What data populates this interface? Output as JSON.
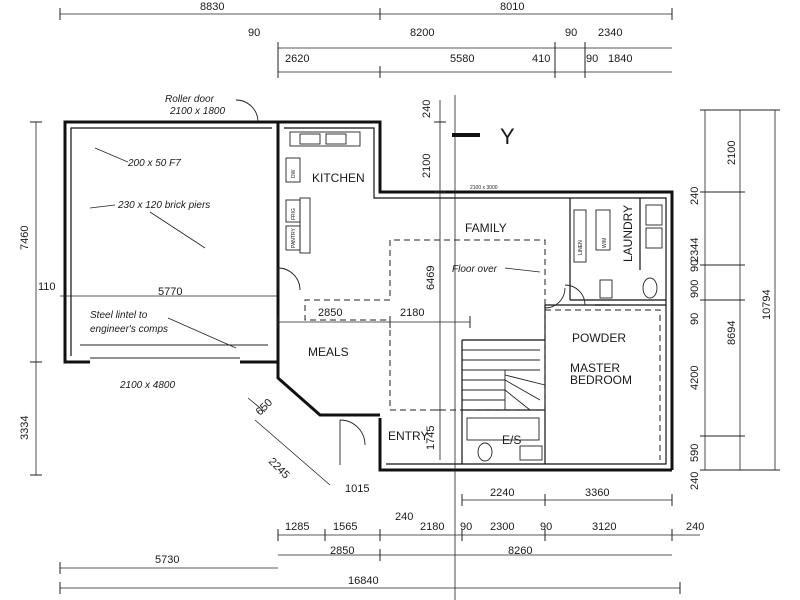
{
  "dimensions": {
    "top": {
      "d8830": "8830",
      "d8010": "8010",
      "d90a": "90",
      "d8200": "8200",
      "d90b": "90",
      "d2340": "2340",
      "d2620": "2620",
      "d5580": "5580",
      "d410": "410",
      "d90c": "90",
      "d1840": "1840"
    },
    "right": {
      "d2100": "2100",
      "d240a": "240",
      "d2344": "2344",
      "d90a": "90",
      "d900": "900",
      "d90b": "90",
      "d4200": "4200",
      "d590": "590",
      "d240b": "240",
      "d8694": "8694",
      "d10794": "10794"
    },
    "left": {
      "d7460": "7460",
      "d110": "110",
      "d3334": "3334"
    },
    "middle": {
      "d240": "240",
      "d2100": "2100",
      "d6469": "6469",
      "d1745": "1745",
      "d650": "650",
      "d2245": "2245",
      "d1015": "1015",
      "d2850": "2850",
      "d2180": "2180",
      "d5770": "5770"
    },
    "bottom": {
      "d2240": "2240",
      "d3360": "3360",
      "d240a": "240",
      "d1285": "1285",
      "d1565": "1565",
      "d2180": "2180",
      "d90a": "90",
      "d2300": "2300",
      "d90b": "90",
      "d3120": "3120",
      "d240b": "240",
      "d2850": "2850",
      "d8260": "8260",
      "d5730": "5730",
      "d16840": "16840"
    }
  },
  "rooms": {
    "kitchen": "KITCHEN",
    "family": "FAMILY",
    "meals": "MEALS",
    "laundry": "LAUNDRY",
    "powder": "POWDER",
    "master_bedroom_1": "MASTER",
    "master_bedroom_2": "BEDROOM",
    "entry": "ENTRY",
    "es": "E/S"
  },
  "notes": {
    "roller_door": "Roller door",
    "roller_door_size": "2100 x 1800",
    "beam": "200 x 50 F7",
    "brick_piers": "230 x 120 brick piers",
    "floor_over": "Floor over",
    "steel_lintel_1": "Steel lintel to",
    "steel_lintel_2": "engineer's comps",
    "window_garage": "2100 x 4800",
    "window_family": "2100 x 3000",
    "section_marker": "Y"
  },
  "fixtures": {
    "dw": "DW",
    "frig": "FRIG",
    "pantry": "PANTRY",
    "linen": "LINEN",
    "wm": "W/M"
  }
}
